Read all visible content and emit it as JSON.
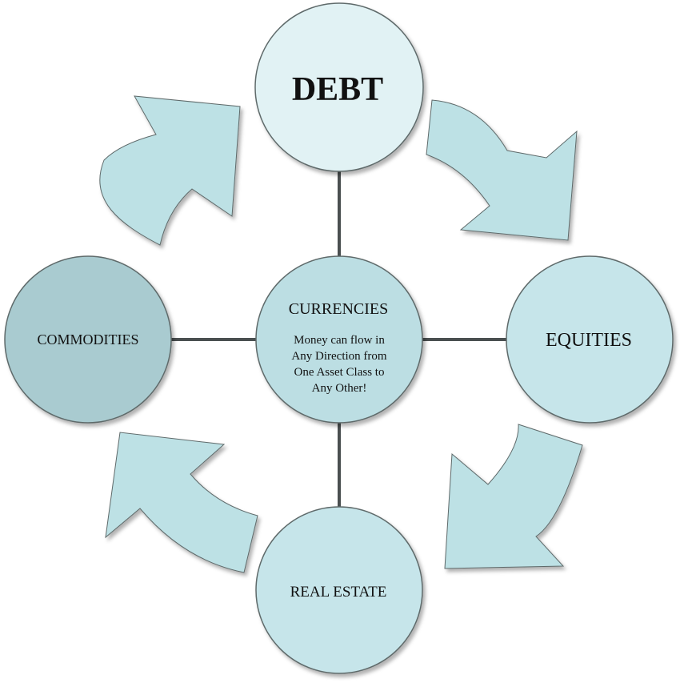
{
  "nodes": {
    "debt": {
      "label": "DEBT"
    },
    "equities": {
      "label": "EQUITIES"
    },
    "real_estate": {
      "label": "REAL ESTATE"
    },
    "commodities": {
      "label": "COMMODITIES"
    },
    "currencies": {
      "label": "CURRENCIES",
      "note_lines": [
        "Money can flow in",
        "Any Direction from",
        "One Asset Class to",
        "Any Other!"
      ]
    }
  },
  "colors": {
    "circle_light": "#e1f2f4",
    "circle_mid": "#c6e5ea",
    "circle_center": "#bcdee3",
    "circle_dark": "#a9cbd0",
    "arrow_fill": "#bde1e5",
    "stroke": "#5e6a6b",
    "connector": "#4a4f50"
  }
}
